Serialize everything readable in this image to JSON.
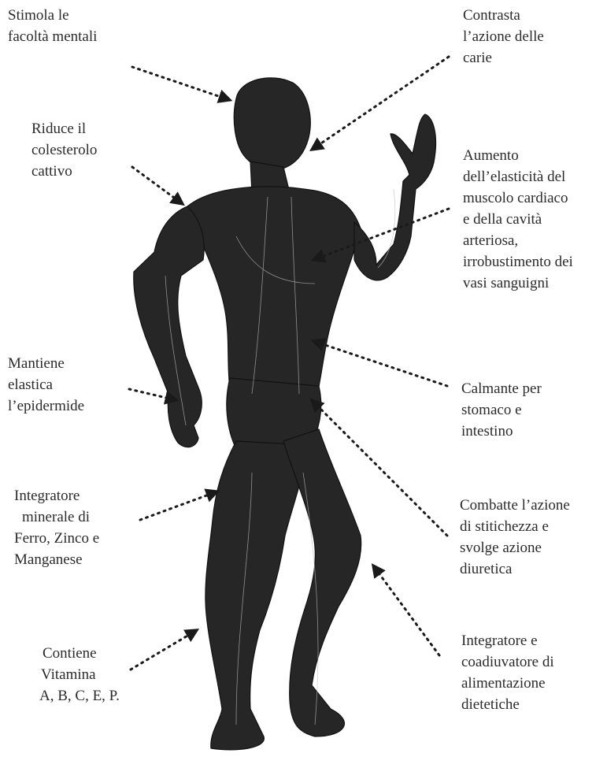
{
  "labels": {
    "stimola": [
      "Stimola le",
      "facoltà mentali"
    ],
    "colesterolo": [
      "Riduce il",
      "colesterolo",
      "cattivo"
    ],
    "epidermide": [
      "Mantiene",
      "elastica",
      "l’epidermide"
    ],
    "minerale": [
      "Integratore",
      "minerale di",
      "Ferro, Zinco e",
      "Manganese"
    ],
    "vitamina": [
      "Contiene",
      "Vitamina",
      "A, B, C, E, P."
    ],
    "carie": [
      "Contrasta",
      "l’azione delle",
      "carie"
    ],
    "cardiaco": [
      "Aumento",
      "dell’elasticità del",
      "muscolo cardiaco",
      "e della cavità",
      "arteriosa,",
      "irrobustimento dei",
      "vasi sanguigni"
    ],
    "stomaco": [
      "Calmante per",
      "stomaco e",
      "intestino"
    ],
    "stitichezza": [
      "Combatte l’azione",
      "di stitichezza e",
      "svolge azione",
      "diuretica"
    ],
    "dietetiche": [
      "Integratore e",
      "coadiuvatore di",
      "alimentazione",
      "dietetiche"
    ]
  },
  "colors": {
    "ink": "#1a1a1a",
    "text": "#2b2b2b",
    "background": "#ffffff"
  }
}
